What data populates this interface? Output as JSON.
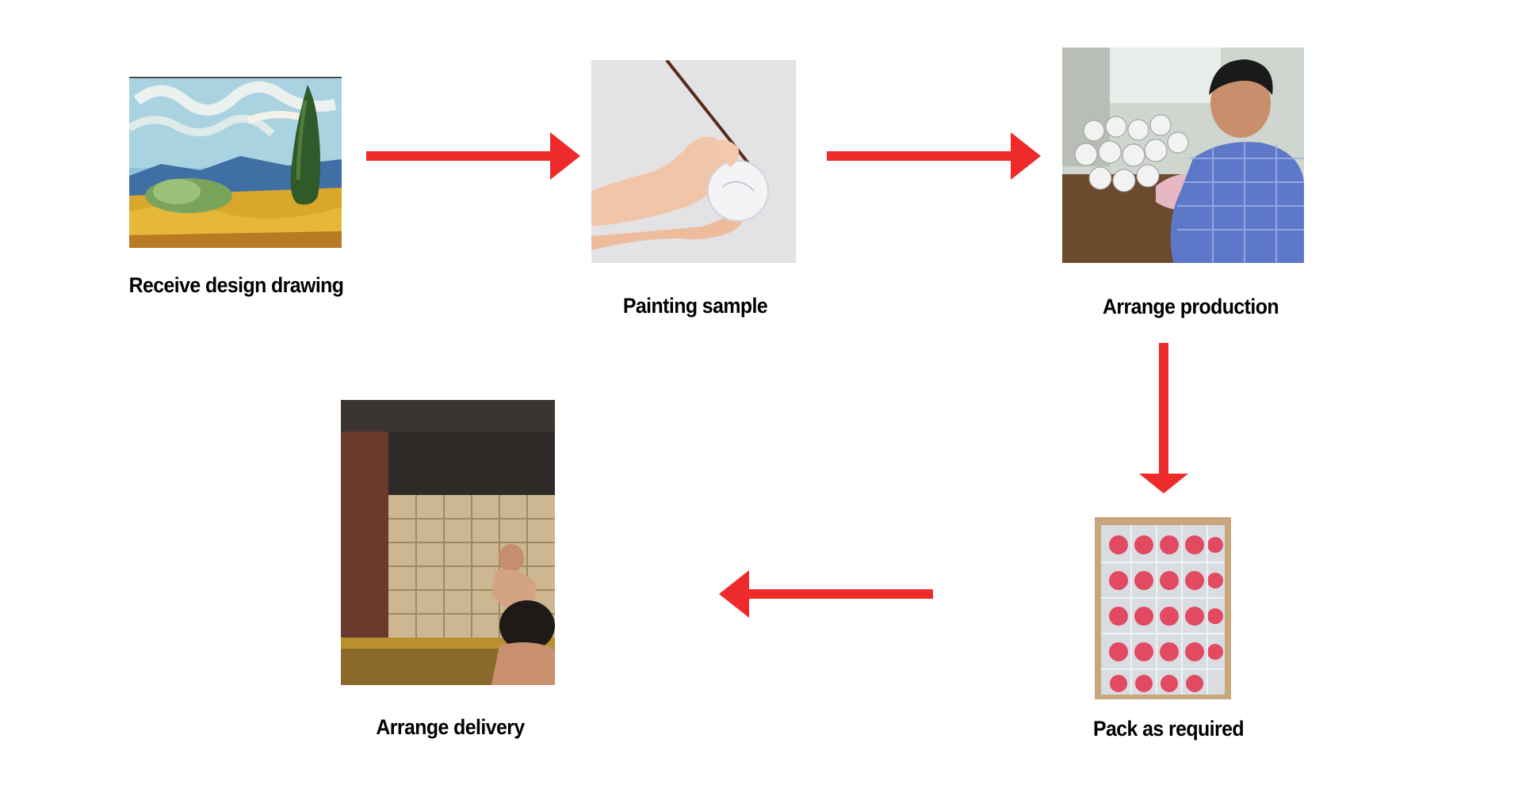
{
  "steps": [
    {
      "id": "receive",
      "label": "Receive design drawing"
    },
    {
      "id": "painting",
      "label": "Painting sample"
    },
    {
      "id": "production",
      "label": "Arrange production"
    },
    {
      "id": "pack",
      "label": "Pack as required"
    },
    {
      "id": "delivery",
      "label": "Arrange delivery"
    }
  ],
  "arrow_color": "#ee2a2a"
}
